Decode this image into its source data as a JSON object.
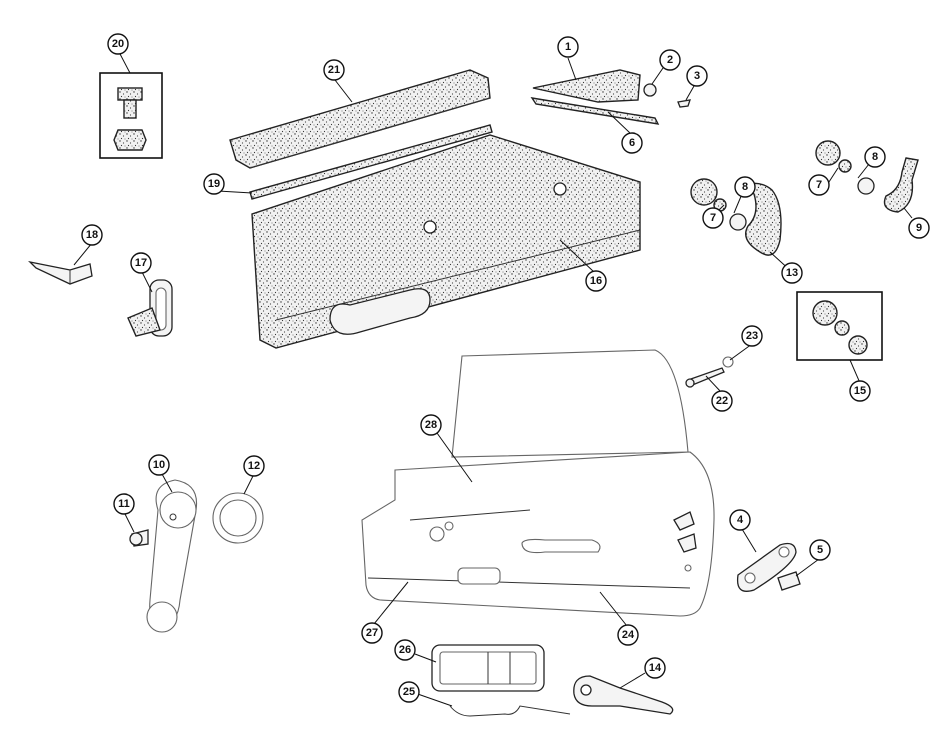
{
  "callouts": [
    {
      "id": "c1",
      "label": "1"
    },
    {
      "id": "c2",
      "label": "2"
    },
    {
      "id": "c3",
      "label": "3"
    },
    {
      "id": "c4",
      "label": "4"
    },
    {
      "id": "c5",
      "label": "5"
    },
    {
      "id": "c6",
      "label": "6"
    },
    {
      "id": "c7a",
      "label": "7"
    },
    {
      "id": "c7b",
      "label": "7"
    },
    {
      "id": "c8a",
      "label": "8"
    },
    {
      "id": "c8b",
      "label": "8"
    },
    {
      "id": "c9",
      "label": "9"
    },
    {
      "id": "c10",
      "label": "10"
    },
    {
      "id": "c11",
      "label": "11"
    },
    {
      "id": "c12",
      "label": "12"
    },
    {
      "id": "c13",
      "label": "13"
    },
    {
      "id": "c14",
      "label": "14"
    },
    {
      "id": "c15",
      "label": "15"
    },
    {
      "id": "c16",
      "label": "16"
    },
    {
      "id": "c17",
      "label": "17"
    },
    {
      "id": "c18",
      "label": "18"
    },
    {
      "id": "c19",
      "label": "19"
    },
    {
      "id": "c20",
      "label": "20"
    },
    {
      "id": "c21",
      "label": "21"
    },
    {
      "id": "c22",
      "label": "22"
    },
    {
      "id": "c23",
      "label": "23"
    },
    {
      "id": "c24",
      "label": "24"
    },
    {
      "id": "c25",
      "label": "25"
    },
    {
      "id": "c26",
      "label": "26"
    },
    {
      "id": "c27",
      "label": "27"
    },
    {
      "id": "c28",
      "label": "28"
    }
  ]
}
